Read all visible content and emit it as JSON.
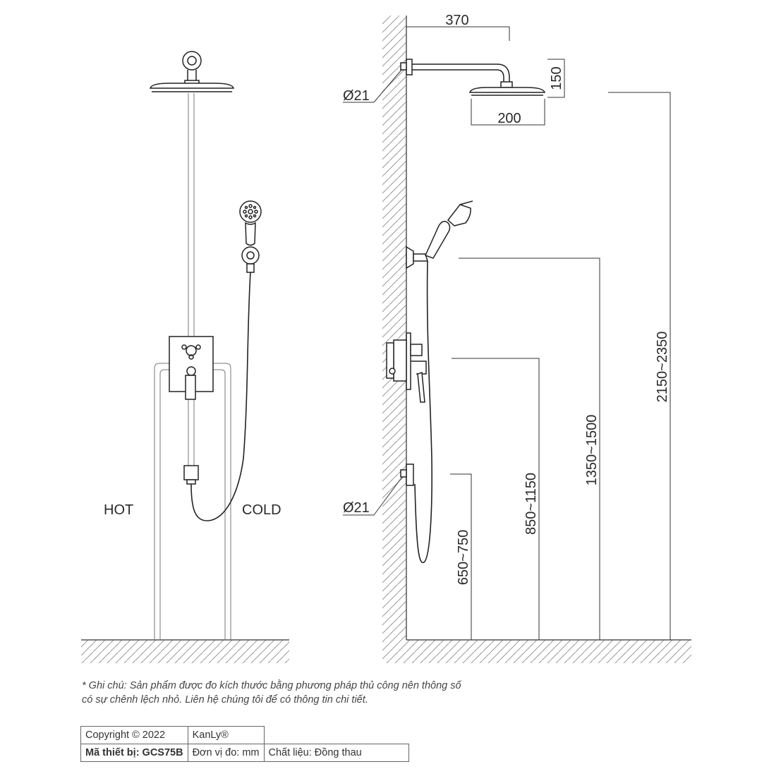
{
  "labels": {
    "hot": "HOT",
    "cold": "COLD",
    "pipe_diameter_top": "Ø21",
    "pipe_diameter_bottom": "Ø21"
  },
  "dimensions": {
    "arm_length": "370",
    "head_offset": "150",
    "head_diameter": "200",
    "head_height": "2150~2350",
    "holder_height": "1350~1500",
    "valve_height": "850~1150",
    "outlet_height": "650~750"
  },
  "note": "* Ghi chú: Sản phẩm được đo kích thước bằng phương pháp thủ công nên thông số có sự chênh lệch nhỏ. Liên hệ chúng tôi để có thông tin chi tiết.",
  "info_table": {
    "copyright": "Copyright © 2022",
    "brand": "KanLy®",
    "model": "Mã thiết bị: GCS75B",
    "unit": "Đơn vị đo: mm",
    "material": "Chất liệu: Đồng thau"
  }
}
